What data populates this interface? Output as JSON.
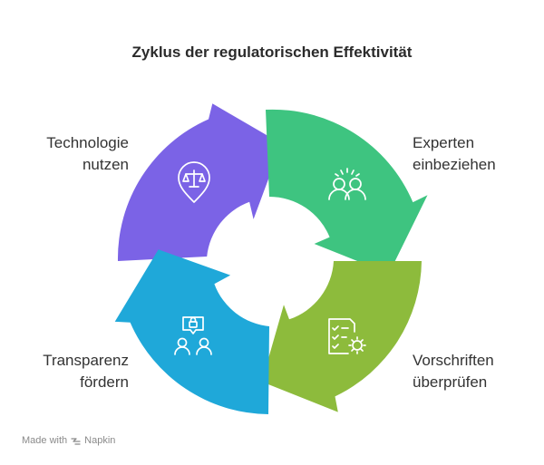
{
  "title": "Zyklus der regulatorischen Effektivität",
  "segments": [
    {
      "id": "technologie",
      "line1": "Technologie",
      "line2": "nutzen",
      "color": "#7B63E6",
      "icon": "scales-location-icon"
    },
    {
      "id": "experten",
      "line1": "Experten",
      "line2": "einbeziehen",
      "color": "#3EC480",
      "icon": "people-idea-icon"
    },
    {
      "id": "vorschriften",
      "line1": "Vorschriften",
      "line2": "überprüfen",
      "color": "#8DBB3C",
      "icon": "checklist-gear-icon"
    },
    {
      "id": "transparenz",
      "line1": "Transparenz",
      "line2": "fördern",
      "color": "#1FA8D9",
      "icon": "people-lock-icon"
    }
  ],
  "footer": {
    "prefix": "Made with",
    "brand": "Napkin"
  }
}
